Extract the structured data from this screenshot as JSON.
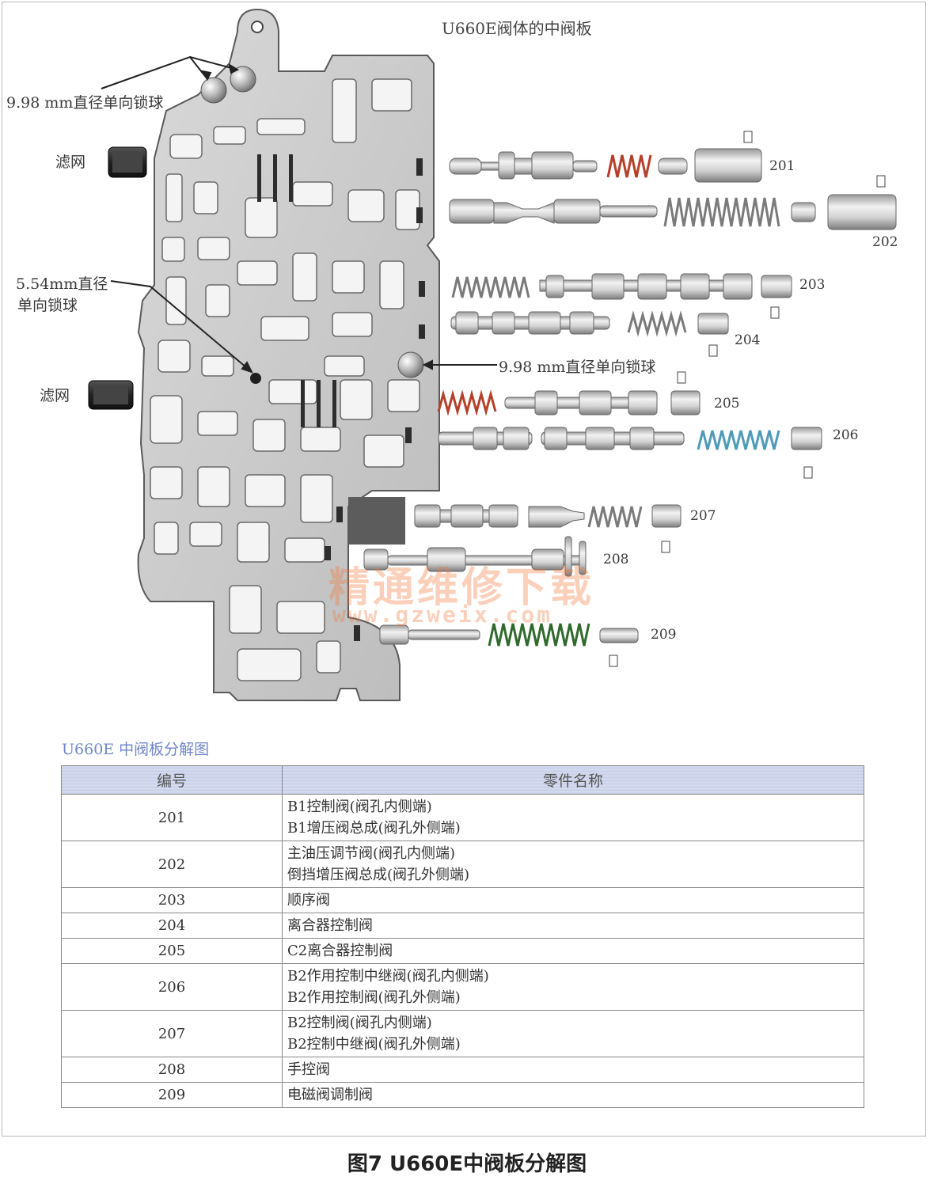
{
  "diagram": {
    "title": "U660E阀体的中阀板",
    "labels": {
      "ball_top": "9.98 mm直径单向锁球",
      "ball_mid": "9.98 mm直径单向锁球",
      "small_ball_line1": "5.54mm直径",
      "small_ball_line2": "单向锁球",
      "filter_top": "滤网",
      "filter_bottom": "滤网"
    },
    "part_numbers": [
      "201",
      "202",
      "203",
      "204",
      "205",
      "206",
      "207",
      "208",
      "209"
    ],
    "watermark": {
      "cn": "精通维修下载",
      "url": "www.gzweix.com"
    },
    "colors": {
      "red_spring": "#b5402a",
      "blue_spring": "#4d9bb8",
      "green_spring": "#2f6a2c",
      "metal": "#bdbdbd"
    }
  },
  "table": {
    "caption": "U660E 中阀板分解图",
    "headers": [
      "编号",
      "零件名称"
    ],
    "rows": [
      {
        "id": "201",
        "lines": [
          "B1控制阀(阀孔内侧端)",
          "B1增压阀总成(阀孔外侧端)"
        ]
      },
      {
        "id": "202",
        "lines": [
          "主油压调节阀(阀孔内侧端)",
          "倒挡增压阀总成(阀孔外侧端)"
        ]
      },
      {
        "id": "203",
        "lines": [
          "顺序阀"
        ]
      },
      {
        "id": "204",
        "lines": [
          "离合器控制阀"
        ]
      },
      {
        "id": "205",
        "lines": [
          "C2离合器控制阀"
        ]
      },
      {
        "id": "206",
        "lines": [
          "B2作用控制中继阀(阀孔内侧端)",
          "B2作用控制阀(阀孔外侧端)"
        ]
      },
      {
        "id": "207",
        "lines": [
          "B2控制阀(阀孔内侧端)",
          "B2控制中继阀(阀孔外侧端)"
        ]
      },
      {
        "id": "208",
        "lines": [
          "手控阀"
        ]
      },
      {
        "id": "209",
        "lines": [
          "电磁阀调制阀"
        ]
      }
    ]
  },
  "figure_caption": "图7 U660E中阀板分解图"
}
